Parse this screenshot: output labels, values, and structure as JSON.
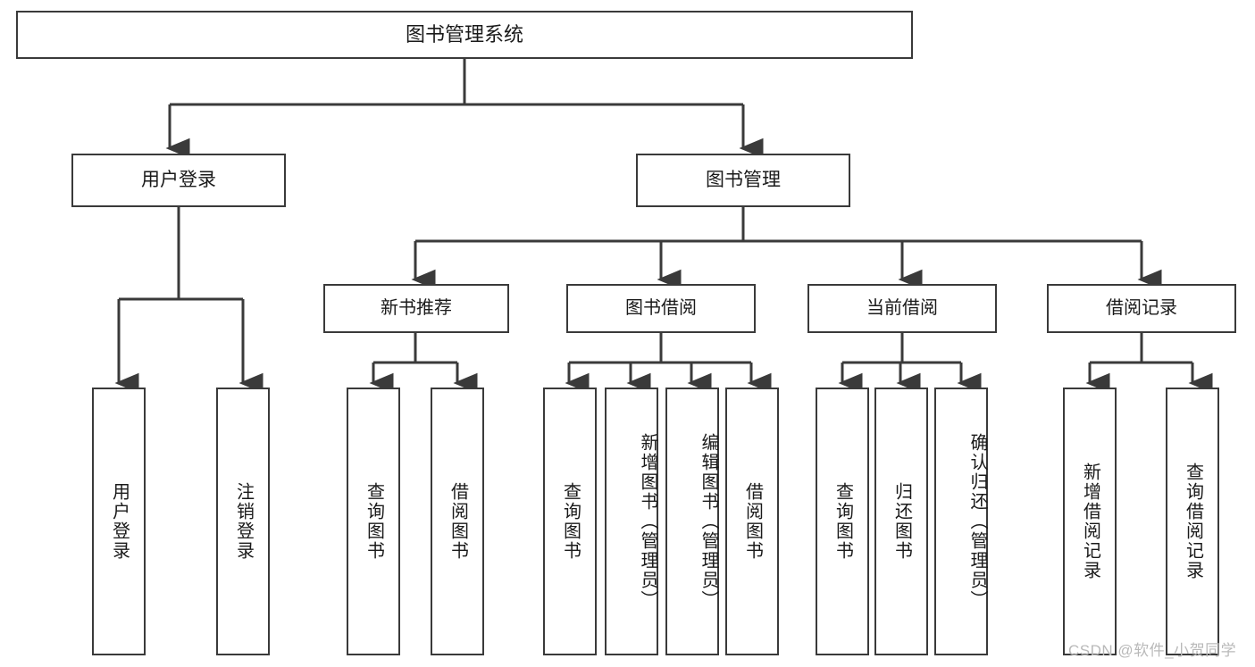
{
  "diagram": {
    "title": "图书管理系统",
    "type": "hierarchy-tree",
    "root": {
      "id": "root",
      "label": "图书管理系统"
    },
    "level1": [
      {
        "id": "user-login",
        "label": "用户登录"
      },
      {
        "id": "book-manage",
        "label": "图书管理"
      }
    ],
    "level2": [
      {
        "id": "new-book-recommend",
        "label": "新书推荐",
        "parent": "book-manage"
      },
      {
        "id": "book-borrow",
        "label": "图书借阅",
        "parent": "book-manage"
      },
      {
        "id": "current-borrow",
        "label": "当前借阅",
        "parent": "book-manage"
      },
      {
        "id": "borrow-record",
        "label": "借阅记录",
        "parent": "book-manage"
      }
    ],
    "leaves": {
      "user_login": [
        {
          "id": "leaf-user-login",
          "label": "用户登录"
        },
        {
          "id": "leaf-logout",
          "label": "注销登录"
        }
      ],
      "new_book_recommend": [
        {
          "id": "leaf-query-book-1",
          "label": "查询图书"
        },
        {
          "id": "leaf-borrow-book-1",
          "label": "借阅图书"
        }
      ],
      "book_borrow": [
        {
          "id": "leaf-query-book-2",
          "label": "查询图书"
        },
        {
          "id": "leaf-add-book",
          "label": "新增图书（管理员）"
        },
        {
          "id": "leaf-edit-book",
          "label": "编辑图书（管理员）"
        },
        {
          "id": "leaf-borrow-book-2",
          "label": "借阅图书"
        }
      ],
      "current_borrow": [
        {
          "id": "leaf-query-book-3",
          "label": "查询图书"
        },
        {
          "id": "leaf-return-book",
          "label": "归还图书"
        },
        {
          "id": "leaf-confirm-return",
          "label": "确认归还（管理员）"
        }
      ],
      "borrow_record": [
        {
          "id": "leaf-add-record",
          "label": "新增借阅记录"
        },
        {
          "id": "leaf-query-record",
          "label": "查询借阅记录"
        }
      ]
    }
  },
  "watermark": {
    "text": "CSDN @软件_小贺同学"
  },
  "colors": {
    "stroke": "#3a3a3a",
    "background": "#ffffff",
    "text": "#1a1a1a",
    "watermark": "#b9b9b9"
  }
}
